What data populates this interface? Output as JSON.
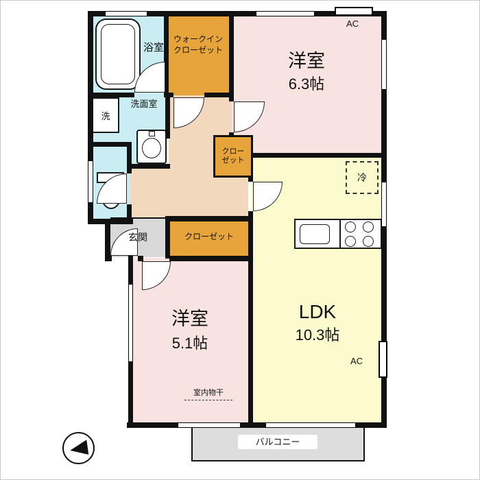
{
  "plan": {
    "bathroom": {
      "label": "浴室"
    },
    "walk_in_closet": {
      "line1": "ウォークイン",
      "line2": "クローゼット"
    },
    "bedroom1": {
      "name": "洋室",
      "size": "6.3帖"
    },
    "ac_top": {
      "label": "AC"
    },
    "washroom": {
      "label": "洗面室"
    },
    "washer": {
      "label": "洗"
    },
    "hall_closet": {
      "line1": "クロー",
      "line2": "ゼット"
    },
    "fridge": {
      "label": "冷"
    },
    "entrance": {
      "label": "玄関"
    },
    "entry_closet": {
      "label": "クローゼット"
    },
    "ldk": {
      "name": "LDK",
      "size": "10.3帖"
    },
    "bedroom2": {
      "name": "洋室",
      "size": "5.1帖"
    },
    "drying_note": {
      "label": "室内物干"
    },
    "ac_bottom": {
      "label": "AC"
    },
    "balcony": {
      "label": "バルコニー"
    }
  },
  "colors": {
    "wall": "#111111",
    "wet_area": "#c9edf2",
    "closet": "#e6a43b",
    "bedroom": "#f8e3e1",
    "ldk": "#fbfbce",
    "hall": "#f2d9bd",
    "entrance": "#d8d8d8",
    "balcony": "#dddddd"
  }
}
